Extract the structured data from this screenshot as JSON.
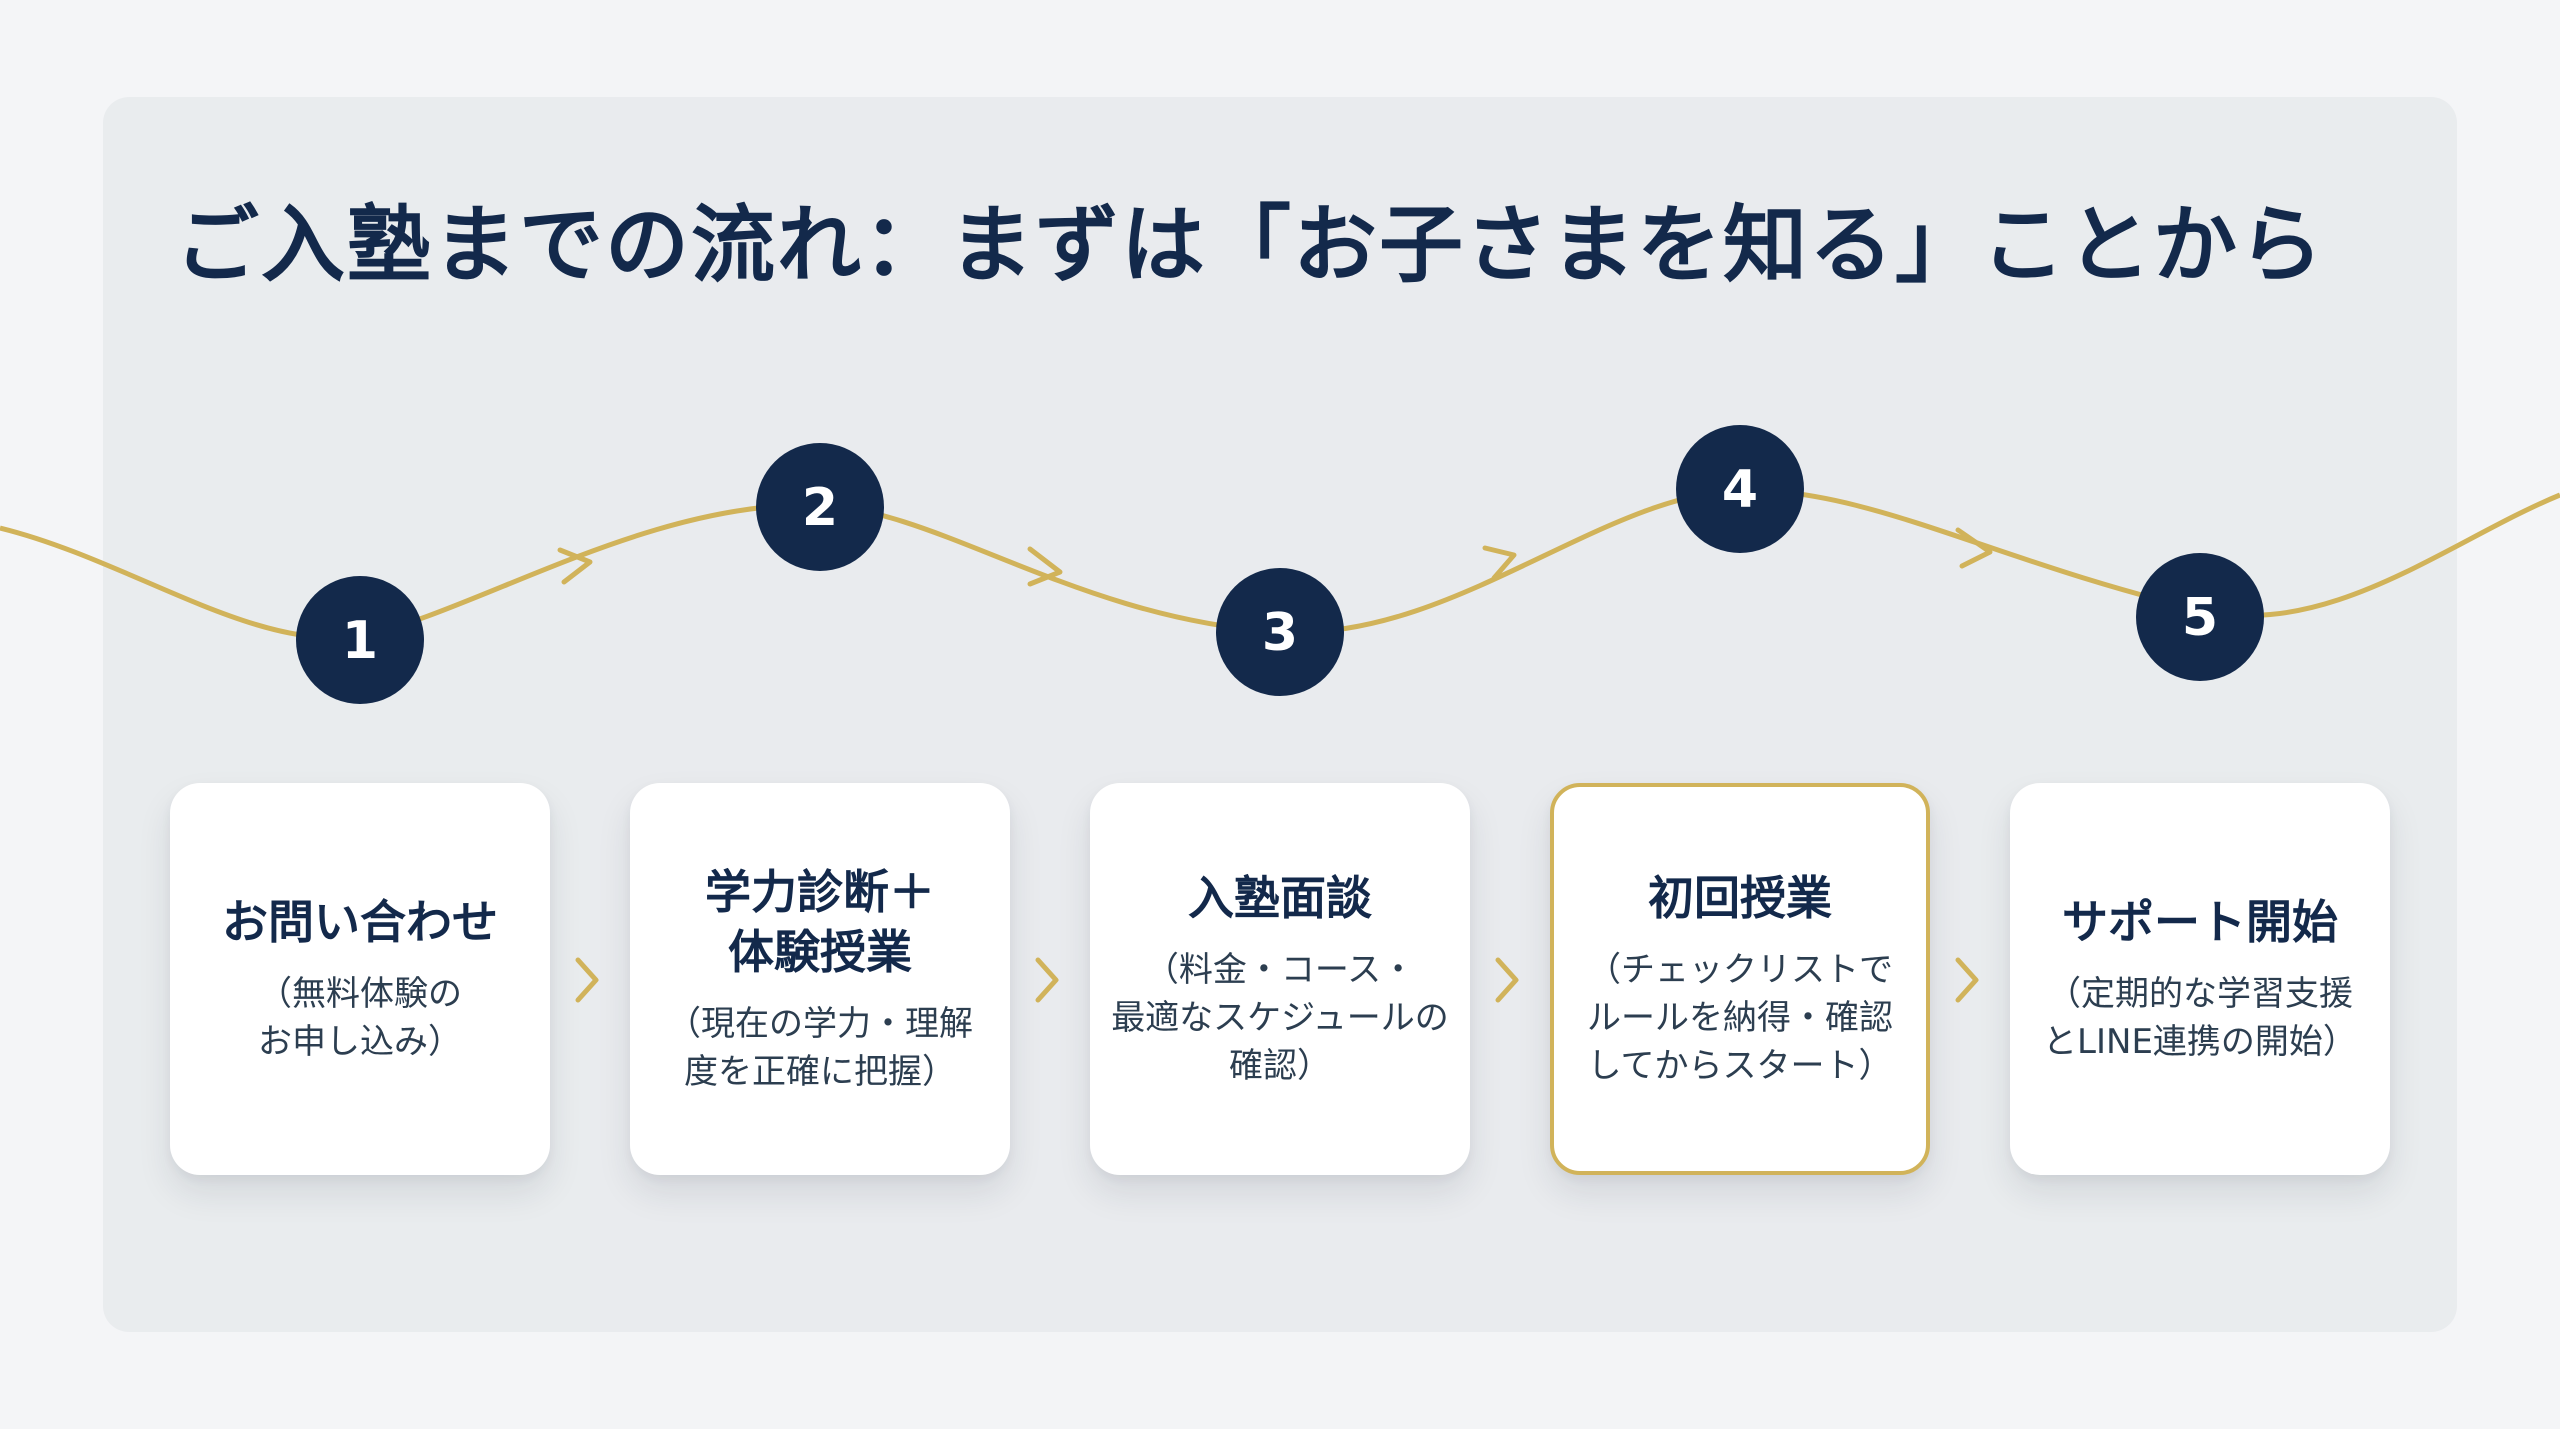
{
  "title": "ご入塾までの流れ：まずは「お子さまを知る」ことから",
  "colors": {
    "navy": "#13294b",
    "gold": "#d1b35a",
    "card": "#ffffff"
  },
  "steps": [
    {
      "number": "1",
      "title": "お問い合わせ",
      "desc": "（無料体験の\nお申し込み）",
      "highlight": false
    },
    {
      "number": "2",
      "title": "学力診断＋\n体験授業",
      "desc": "（現在の学力・理解\n度を正確に把握）",
      "highlight": false
    },
    {
      "number": "3",
      "title": "入塾面談",
      "desc": "（料金・コース・\n最適なスケジュールの\n確認）",
      "highlight": false
    },
    {
      "number": "4",
      "title": "初回授業",
      "desc": "（チェックリストで\nルールを納得・確認\nしてからスタート）",
      "highlight": true
    },
    {
      "number": "5",
      "title": "サポート開始",
      "desc": "（定期的な学習支援\nとLINE連携の開始）",
      "highlight": false
    }
  ],
  "icons": {
    "path_arrow": "chevron-right-icon",
    "card_arrow": "chevron-right-icon"
  }
}
